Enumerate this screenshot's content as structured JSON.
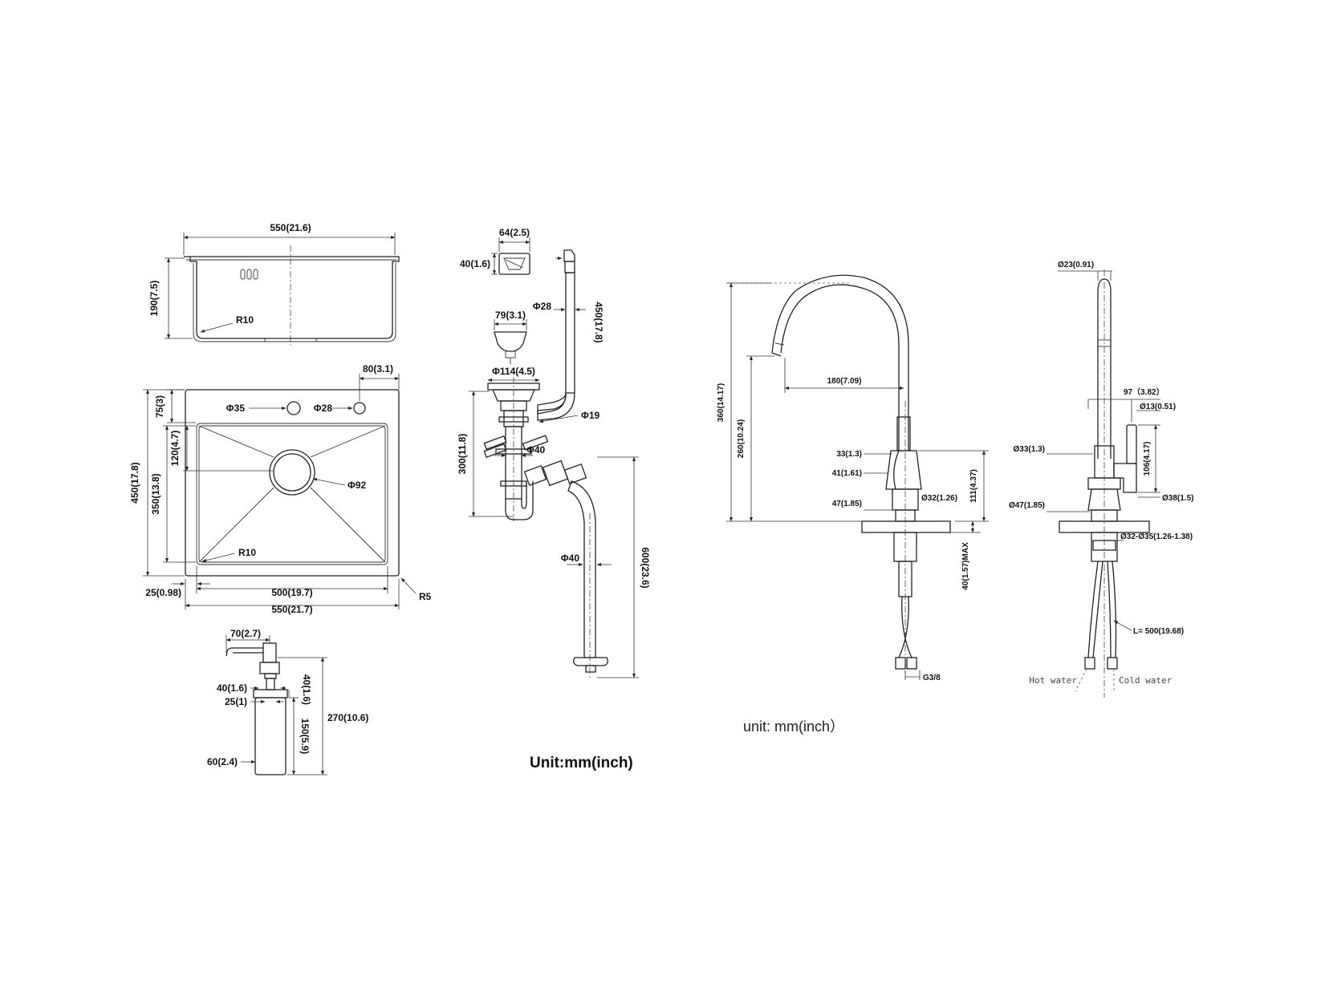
{
  "sink_top": {
    "width_label": "550(21.6)",
    "depth_label": "190(7.5)",
    "radius_label": "R10"
  },
  "sink_plan": {
    "faucet_offset_label": "80(3.1)",
    "hole_35_label": "Φ35",
    "hole_28_label": "Φ28",
    "edge_75_label": "75(3)",
    "drain_offset_label": "120(4.7)",
    "overall_depth_label": "450(17.8)",
    "bowl_depth_label": "350(13.8)",
    "drain_label": "Φ92",
    "inner_radius_label": "R10",
    "flange_label": "25(0.98)",
    "bowl_width_label": "500(19.7)",
    "overall_width_label": "550(21.7)",
    "corner_radius_label": "R5"
  },
  "drain_kit": {
    "overflow_w_label": "64(2.5)",
    "overflow_h_label": "40(1.6)",
    "hose_dia_label": "Φ28",
    "hose_len_label": "450(17.8)",
    "basket_label": "79(3.1)",
    "flange_label": "Φ114(4.5)",
    "side_inlet_label": "Φ19",
    "height_label": "300(11.8)",
    "pipe_label": "Φ40",
    "hose_label": "Φ40",
    "hose_length_label": "600(23.6)",
    "unit_label": "Unit:mm(inch)"
  },
  "soap_dispenser": {
    "spout_label": "70(2.7)",
    "head_label": "40(1.6)",
    "thread_label": "25(1)",
    "cap_label": "40(1.6)",
    "total_label": "270(10.6)",
    "bottle_label": "150(5.9)",
    "dia_label": "60(2.4)"
  },
  "faucet_side": {
    "total_height_label": "360(14.17)",
    "spout_height_label": "260(10.24)",
    "reach_label": "180(7.09)",
    "d33_label": "33(1.3)",
    "d41_label": "41(1.61)",
    "d47_label": "47(1.85)",
    "d32_label": "Ø32(1.26)",
    "body_label": "111(4.37)",
    "deck_label": "40(1.57)MAX",
    "thread_label": "G3/8"
  },
  "faucet_front": {
    "top_dia_label": "Ø23(0.91)",
    "offset_label": "97（3.82）",
    "handle_dia_label": "Ø13(0.51)",
    "body_dia_label": "Ø33(1.3)",
    "handle_len_label": "106(4.17)",
    "lever_dia_label": "Ø38(1.5)",
    "base_dia_label": "Ø47(1.85)",
    "hole_range_label": "Ø32-Ø35(1.26-1.38)",
    "hose_length_label": "L= 500(19.68)",
    "hot_label": "Hot water",
    "cold_label": "Cold water"
  },
  "unit_label": "unit: mm(inch）"
}
